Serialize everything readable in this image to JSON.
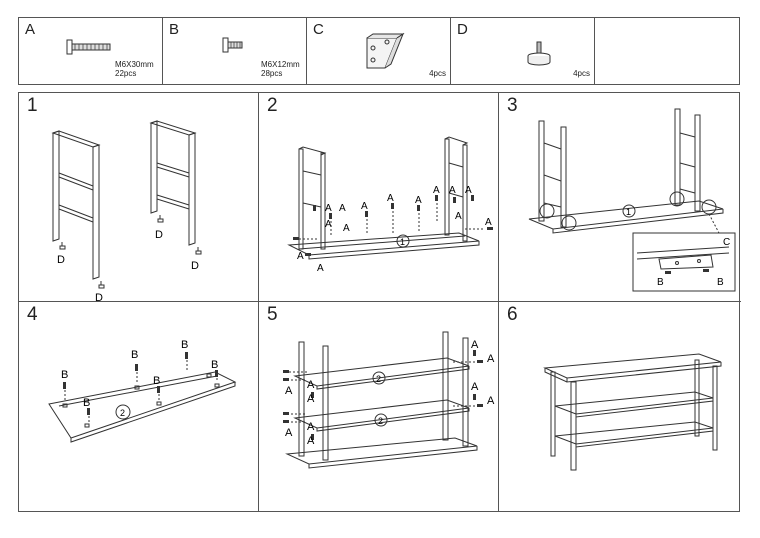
{
  "parts": [
    {
      "letter": "A",
      "spec": "M6X30mm",
      "qty": "22pcs",
      "icon": "long-screw-icon"
    },
    {
      "letter": "B",
      "spec": "M6X12mm",
      "qty": "28pcs",
      "icon": "short-screw-icon"
    },
    {
      "letter": "C",
      "spec": "",
      "qty": "4pcs",
      "icon": "corner-bracket-icon"
    },
    {
      "letter": "D",
      "spec": "",
      "qty": "4pcs",
      "icon": "leveling-foot-icon"
    }
  ],
  "steps": [
    {
      "number": "1",
      "labels": [
        "D",
        "D",
        "D",
        "D"
      ]
    },
    {
      "number": "2",
      "labels": [
        "A",
        "A",
        "A",
        "A",
        "A",
        "A",
        "A",
        "A",
        "A",
        "A",
        "A",
        "A",
        "A",
        "A"
      ],
      "shelf": "1"
    },
    {
      "number": "3",
      "shelf": "1",
      "labels": [
        "C",
        "B",
        "B"
      ]
    },
    {
      "number": "4",
      "shelf": "2",
      "labels": [
        "B",
        "B",
        "B",
        "B",
        "B",
        "B"
      ]
    },
    {
      "number": "5",
      "shelf_top": "2",
      "shelf_mid": "2",
      "labels": [
        "A",
        "A",
        "A",
        "A",
        "A",
        "A",
        "A",
        "A",
        "A",
        "A"
      ]
    },
    {
      "number": "6"
    }
  ]
}
